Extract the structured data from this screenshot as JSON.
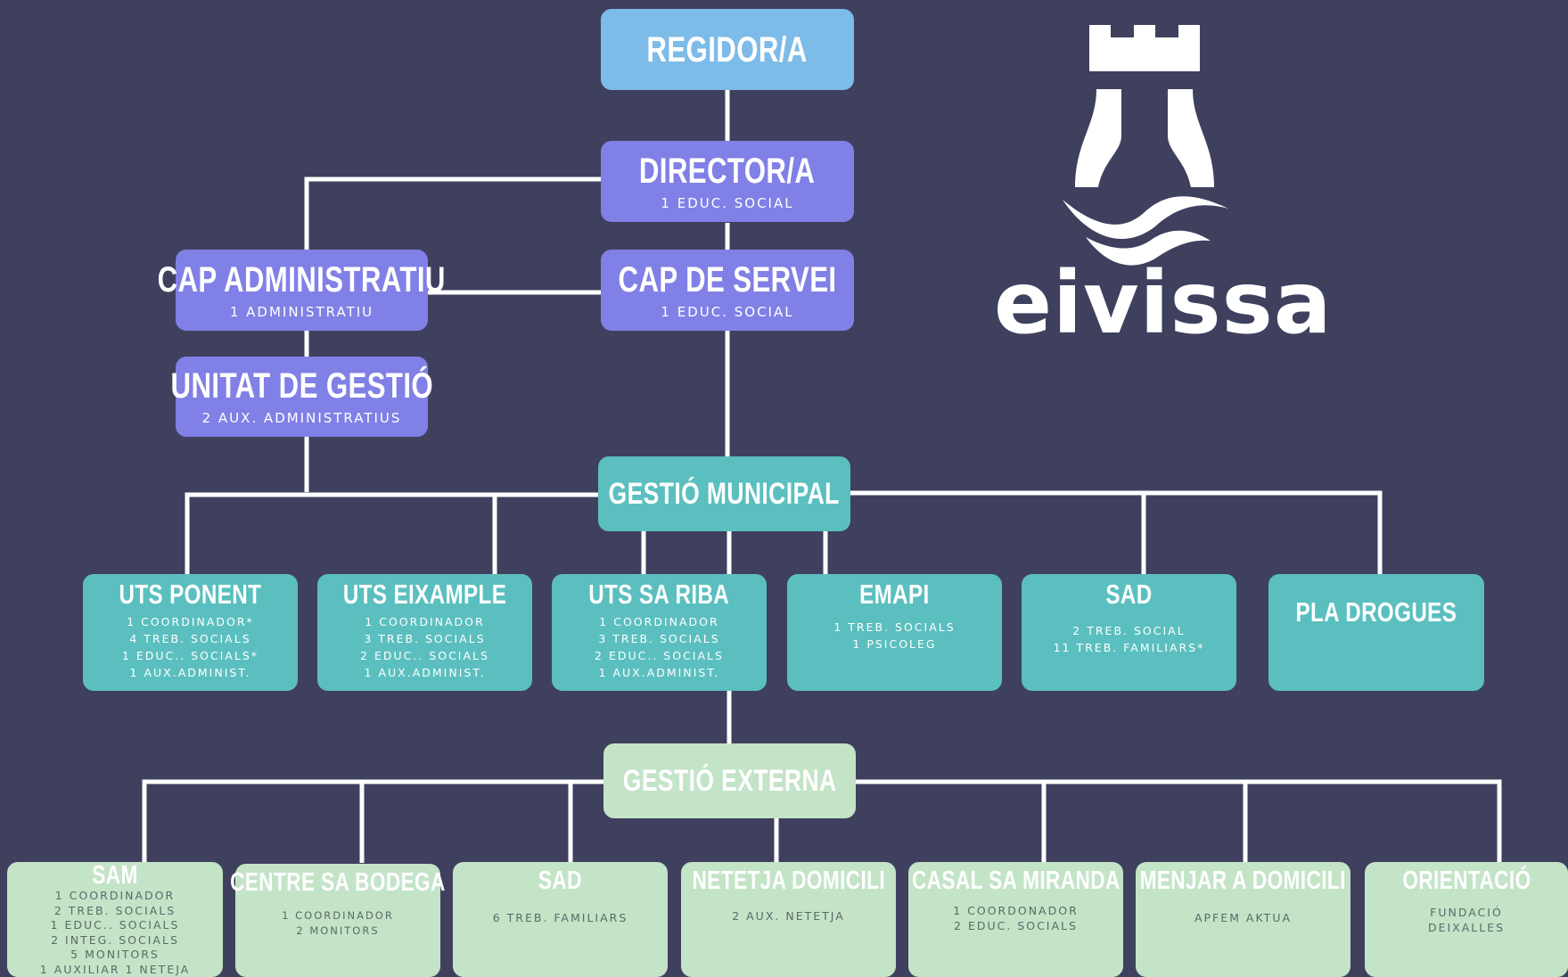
{
  "top": {
    "regidor": {
      "title": "REGIDOR/A"
    },
    "director": {
      "title": "DIRECTOR/A",
      "sub": "1 EDUC. SOCIAL"
    },
    "cap_servei": {
      "title": "CAP DE SERVEI",
      "sub": "1 EDUC. SOCIAL"
    },
    "cap_admin": {
      "title": "CAP ADMINISTRATIU",
      "sub": "1 ADMINISTRATIU"
    },
    "unitat": {
      "title": "UNITAT DE GESTIÓ",
      "sub": "2 AUX. ADMINISTRATIUS"
    }
  },
  "municipal": {
    "title": "GESTIÓ MUNICIPAL",
    "units": [
      {
        "title": "UTS PONENT",
        "lines": [
          "1 COORDINADOR*",
          "4 TREB. SOCIALS",
          "1 EDUC.. SOCIALS*",
          "1 AUX.ADMINIST."
        ]
      },
      {
        "title": "UTS EIXAMPLE",
        "lines": [
          "1 COORDINADOR",
          "3 TREB. SOCIALS",
          "2 EDUC.. SOCIALS",
          "1 AUX.ADMINIST."
        ]
      },
      {
        "title": "UTS SA RIBA",
        "lines": [
          "1 COORDINADOR",
          "3 TREB. SOCIALS",
          "2 EDUC.. SOCIALS",
          "1 AUX.ADMINIST."
        ]
      },
      {
        "title": "EMAPI",
        "lines": [
          "1 TREB. SOCIALS",
          "1 PSICOLEG"
        ]
      },
      {
        "title": "SAD",
        "lines": [
          "2 TREB. SOCIAL",
          "11 TREB. FAMILIARS*"
        ]
      },
      {
        "title": "PLA DROGUES",
        "lines": []
      }
    ]
  },
  "externa": {
    "title": "GESTIÓ EXTERNA",
    "units": [
      {
        "title": "SAM",
        "lines": [
          "1 COORDINADOR",
          "2 TREB. SOCIALS",
          "1 EDUC.. SOCIALS",
          "2 INTEG. SOCIALS",
          "5 MONITORS",
          "1 AUXILIAR   1 NETEJA"
        ]
      },
      {
        "title": "CENTRE SA BODEGA",
        "lines": [
          "1 COORDINADOR",
          "2 MONITORS"
        ]
      },
      {
        "title": "SAD",
        "lines": [
          "6 TREB. FAMILIARS"
        ]
      },
      {
        "title": "NETETJA DOMICILI",
        "lines": [
          "2 AUX. NETETJA"
        ]
      },
      {
        "title": "CASAL SA MIRANDA",
        "lines": [
          "1 COORDONADOR",
          "2 EDUC. SOCIALS"
        ]
      },
      {
        "title": "MENJAR A DOMICILI",
        "lines": [
          "APFEM AKTUA"
        ]
      },
      {
        "title": "ORIENTACIÓ",
        "lines": [
          "FUNDACIÓ",
          "DEIXALLES"
        ]
      }
    ]
  },
  "logo": {
    "text": "eivissa"
  },
  "colors": {
    "background": "#3f405e",
    "regidor": "#7dbbe8",
    "management": "#8180e6",
    "municipal": "#5bbfbf",
    "external": "#c4e4c8",
    "lines": "#ffffff"
  }
}
